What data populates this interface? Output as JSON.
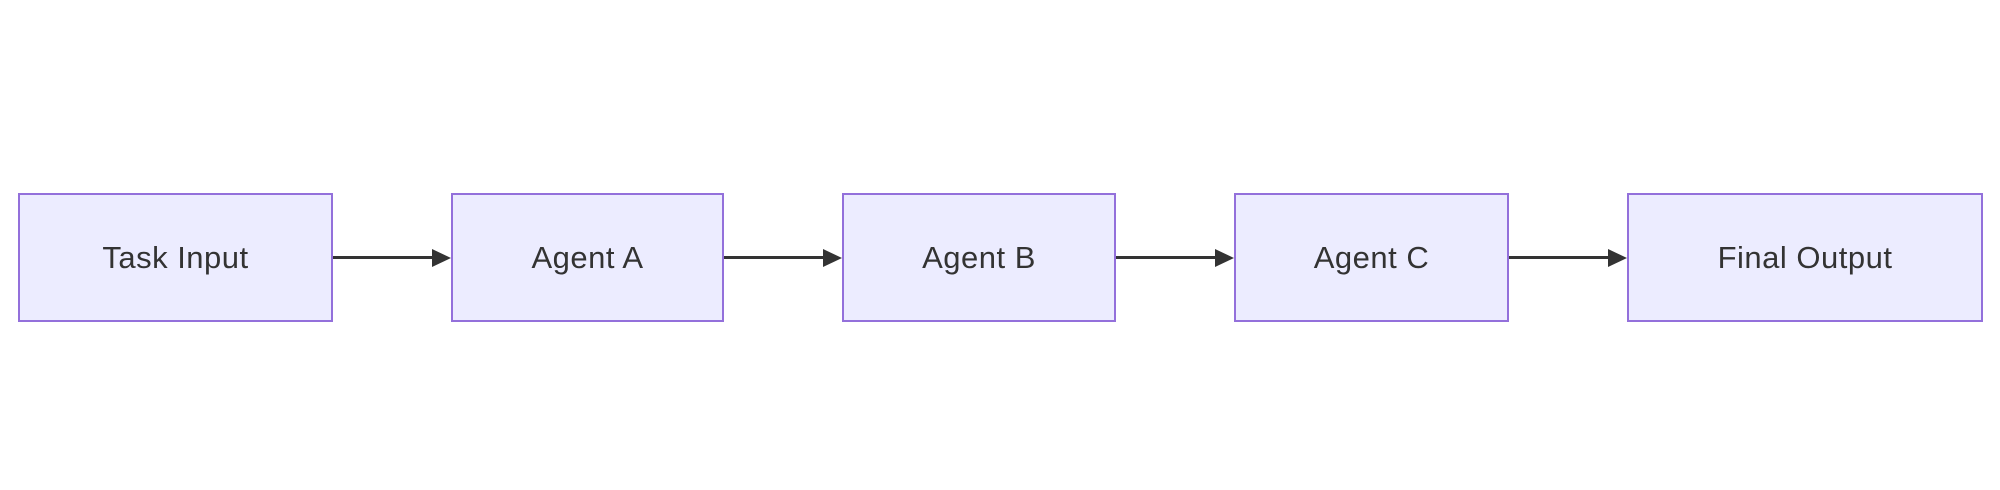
{
  "diagram": {
    "type": "flowchart",
    "direction": "left-to-right",
    "colors": {
      "background": "#ffffff",
      "node_fill": "#ECECFF",
      "node_border": "#9370DB",
      "node_text": "#333333",
      "arrow": "#333333"
    },
    "nodes": [
      {
        "id": "task-input",
        "label": "Task Input"
      },
      {
        "id": "agent-a",
        "label": "Agent A"
      },
      {
        "id": "agent-b",
        "label": "Agent B"
      },
      {
        "id": "agent-c",
        "label": "Agent C"
      },
      {
        "id": "final-output",
        "label": "Final Output"
      }
    ],
    "edges": [
      {
        "from": "Task Input",
        "to": "Agent A"
      },
      {
        "from": "Agent A",
        "to": "Agent B"
      },
      {
        "from": "Agent B",
        "to": "Agent C"
      },
      {
        "from": "Agent C",
        "to": "Final Output"
      }
    ]
  }
}
